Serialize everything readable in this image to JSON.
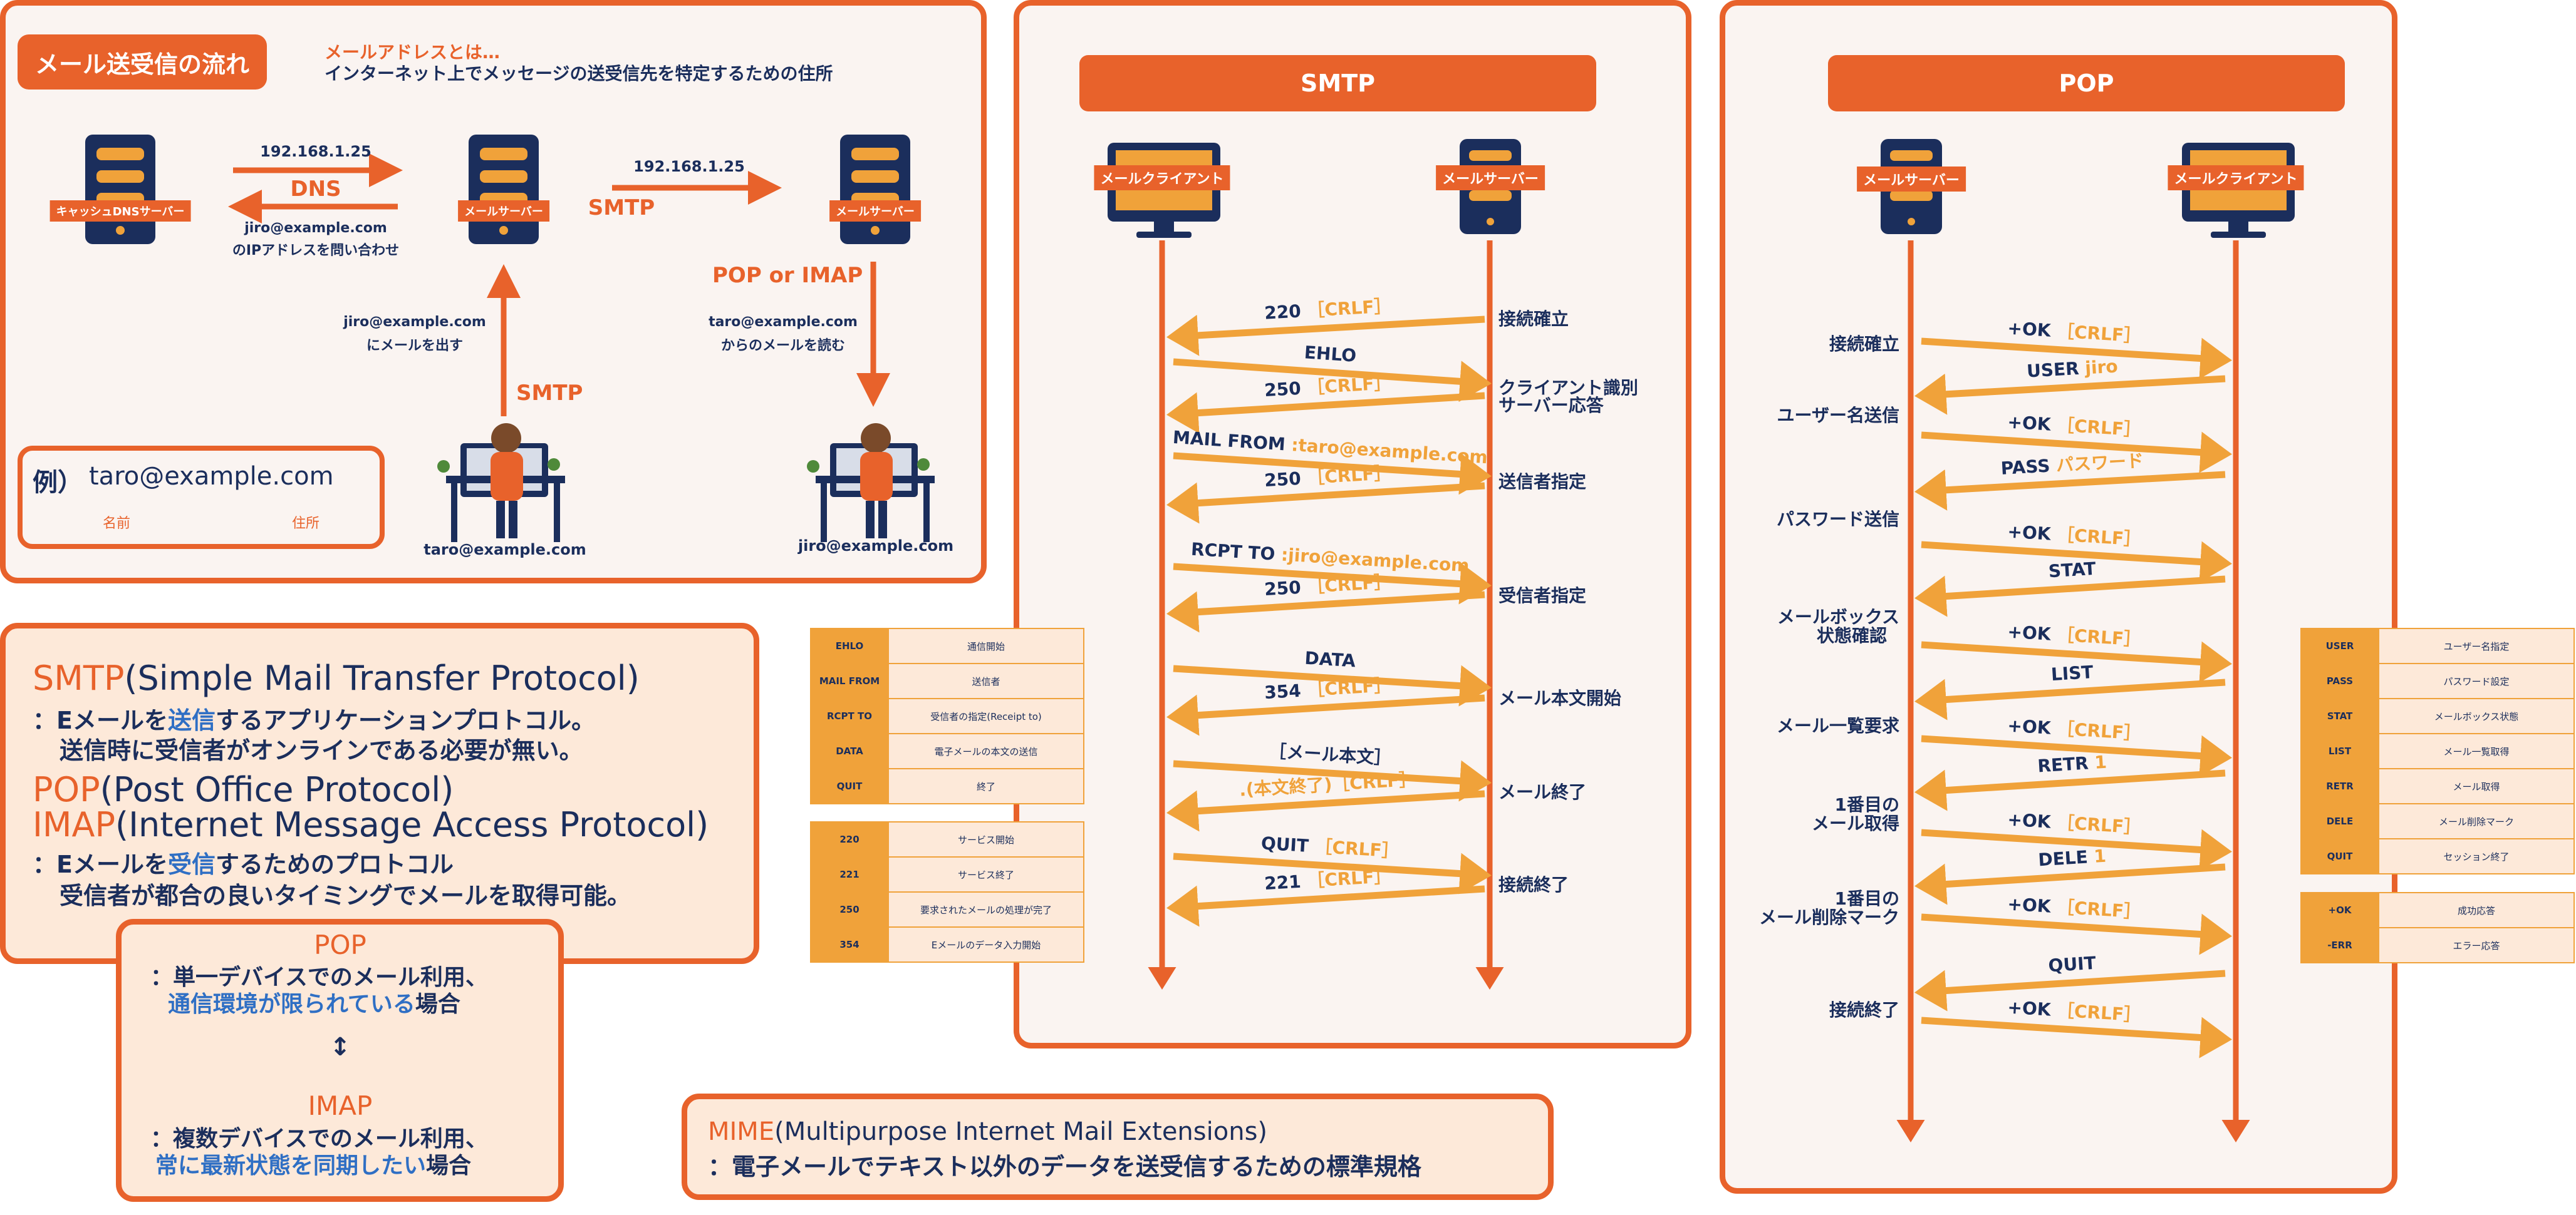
{
  "flow": {
    "title": "メール送受信の流れ",
    "note_title": "メールアドレスとは…",
    "note_body": "インターネット上でメッセージの送受信先を特定するための住所",
    "cache_dns_server": "キャッシュDNSサーバー",
    "mail_server_1": "メールサーバー",
    "mail_server_2": "メールサーバー",
    "ip_1": "192.168.1.25",
    "dns": "DNS",
    "dns_query_1": "jiro@example.com",
    "dns_query_2": "のIPアドレスを問い合わせ",
    "ip_2": "192.168.1.25",
    "smtp_1": "SMTP",
    "smtp_2": "SMTP",
    "pop_imap": "POP or IMAP",
    "send_1": "jiro@example.com",
    "send_2": "にメールを出す",
    "read_1": "taro@example.com",
    "read_2": "からのメールを読む",
    "sender": "taro@example.com",
    "receiver": "jiro@example.com",
    "example_prefix": "例）",
    "example_address": "taro@example.com",
    "name_label": "名前",
    "domain_label": "住所"
  },
  "smtp": {
    "title": "SMTP",
    "client": "メールクライアント",
    "server": "メールサーバー",
    "arrows": [
      {
        "main": "220",
        "gold": "［CRLF］"
      },
      {
        "main": "EHLO",
        "gold": ""
      },
      {
        "main": "250",
        "gold": "［CRLF］"
      },
      {
        "main": "MAIL FROM",
        "gold": ":taro@example.com"
      },
      {
        "main": "250",
        "gold": "［CRLF］"
      },
      {
        "main": "RCPT TO",
        "gold": ":jiro@example.com"
      },
      {
        "main": "250",
        "gold": "［CRLF］"
      },
      {
        "main": "DATA",
        "gold": ""
      },
      {
        "main": "354",
        "gold": "［CRLF］"
      },
      {
        "main": "［メール本文］",
        "gold": ""
      },
      {
        "main": "",
        "gold": ".(本文終了)［CRLF］"
      },
      {
        "main": "QUIT",
        "gold": "［CRLF］"
      },
      {
        "main": "221",
        "gold": "［CRLF］"
      }
    ],
    "steps": [
      "接続確立",
      "クライアント識別",
      "サーバー応答",
      "送信者指定",
      "受信者指定",
      "メール本文開始",
      "メール終了",
      "接続終了"
    ]
  },
  "pop": {
    "title": "POP",
    "server": "メールサーバー",
    "client": "メールクライアント",
    "arrows": [
      {
        "main": "+OK",
        "gold": "［CRLF］"
      },
      {
        "main": "USER",
        "gold": "jiro"
      },
      {
        "main": "+OK",
        "gold": "［CRLF］"
      },
      {
        "main": "PASS",
        "gold": "パスワード"
      },
      {
        "main": "+OK",
        "gold": "［CRLF］"
      },
      {
        "main": "STAT",
        "gold": ""
      },
      {
        "main": "+OK",
        "gold": "［CRLF］"
      },
      {
        "main": "LIST",
        "gold": ""
      },
      {
        "main": "+OK",
        "gold": "［CRLF］"
      },
      {
        "main": "RETR",
        "gold": "1"
      },
      {
        "main": "+OK",
        "gold": "［CRLF］"
      },
      {
        "main": "DELE",
        "gold": "1"
      },
      {
        "main": "+OK",
        "gold": "［CRLF］"
      },
      {
        "main": "QUIT",
        "gold": ""
      },
      {
        "main": "+OK",
        "gold": "［CRLF］"
      }
    ],
    "steps": [
      "接続確立",
      "ユーザー名送信",
      "パスワード送信",
      "メールボックス",
      "状態確認",
      "メール一覧要求",
      "1番目の",
      "メール取得",
      "1番目の",
      "メール削除マーク",
      "接続終了"
    ]
  },
  "smtp_legend_commands": [
    {
      "k": "EHLO",
      "v": "通信開始"
    },
    {
      "k": "MAIL FROM",
      "v": "送信者"
    },
    {
      "k": "RCPT TO",
      "v": "受信者の指定(Receipt to)"
    },
    {
      "k": "DATA",
      "v": "電子メールの本文の送信"
    },
    {
      "k": "QUIT",
      "v": "終了"
    }
  ],
  "smtp_legend_codes": [
    {
      "k": "220",
      "v": "サービス開始"
    },
    {
      "k": "221",
      "v": "サービス終了"
    },
    {
      "k": "250",
      "v": "要求されたメールの処理が完了"
    },
    {
      "k": "354",
      "v": "Eメールのデータ入力開始"
    }
  ],
  "pop_legend_commands": [
    {
      "k": "USER",
      "v": "ユーザー名指定"
    },
    {
      "k": "PASS",
      "v": "パスワード設定"
    },
    {
      "k": "STAT",
      "v": "メールボックス状態"
    },
    {
      "k": "LIST",
      "v": "メール一覧取得"
    },
    {
      "k": "RETR",
      "v": "メール取得"
    },
    {
      "k": "DELE",
      "v": "メール削除マーク"
    },
    {
      "k": "QUIT",
      "v": "セッション終了"
    }
  ],
  "pop_legend_codes": [
    {
      "k": "+OK",
      "v": "成功応答"
    },
    {
      "k": "-ERR",
      "v": "エラー応答"
    }
  ],
  "protocols": {
    "smtp_abbr": "SMTP",
    "smtp_full": "(Simple Mail Transfer Protocol)",
    "smtp_desc_1a": "：Eメールを",
    "smtp_desc_1b": "送信",
    "smtp_desc_1c": "するアプリケーションプロトコル。",
    "smtp_desc_2": "送信時に受信者がオンラインである必要が無い。",
    "pop_abbr": "POP",
    "pop_full": "(Post Office Protocol)",
    "imap_abbr": "IMAP",
    "imap_full": "(Internet Message Access Protocol)",
    "recv_desc_1a": "：Eメールを",
    "recv_desc_1b": "受信",
    "recv_desc_1c": "するためのプロトコル",
    "recv_desc_2": "受信者が都合の良いタイミングでメールを取得可能。"
  },
  "compare": {
    "pop": "POP",
    "pop_1": "：単一デバイスでのメール利用、",
    "pop_2a": "通信環境が限られている",
    "pop_2b": "場合",
    "arrow": "↕",
    "imap": "IMAP",
    "imap_1": "：複数デバイスでのメール利用、",
    "imap_2a": "常に最新状態を同期したい",
    "imap_2b": "場合"
  },
  "mime": {
    "abbr": "MIME",
    "full": "(Multipurpose Internet Mail Extensions)",
    "desc": "：電子メールでテキスト以外のデータを送受信するための標準規格"
  }
}
